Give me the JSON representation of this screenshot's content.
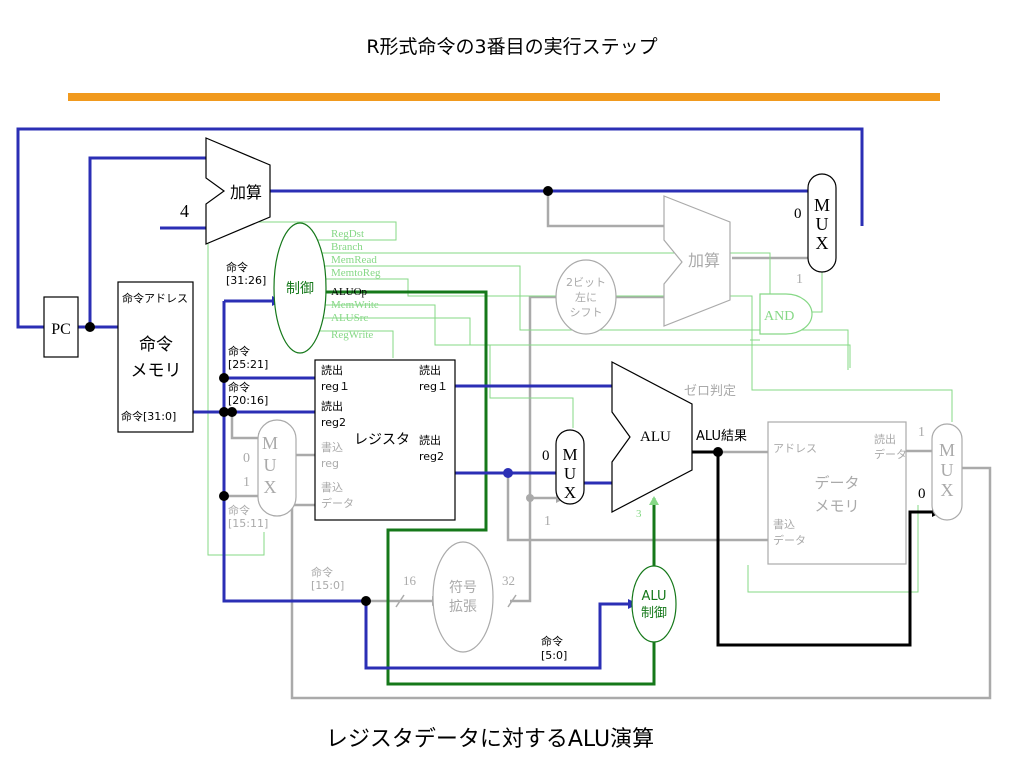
{
  "slide_title": "R形式命令の3番目の実行ステップ",
  "caption": "レジスタデータに対するALU演算",
  "colors": {
    "accent_bar": "#f19a1e",
    "active_path": "#2b2fb5",
    "control_active": "#15781a",
    "control_inactive": "#86d886",
    "inactive": "#aaaaaa",
    "result_path": "#000000"
  },
  "pc": {
    "label": "PC"
  },
  "constant_four": "4",
  "adder_main": {
    "label": "加算"
  },
  "adder_branch": {
    "label": "加算"
  },
  "shift_left_2": {
    "line1": "2ビット",
    "line2": "左に",
    "line3": "シフト"
  },
  "instruction_memory": {
    "address_label": "命令アドレス",
    "name_line1": "命令",
    "name_line2": "メモリ",
    "output_label": "命令[31:0]"
  },
  "control_unit": {
    "label": "制御",
    "signals": [
      "RegDst",
      "Branch",
      "MemRead",
      "MemtoReg",
      "ALUOp",
      "MemWrite",
      "ALUSrc",
      "RegWrite"
    ],
    "active_signal": "ALUOp"
  },
  "instruction_fields": {
    "opcode": {
      "label": "命令",
      "bits": "[31:26]"
    },
    "rs": {
      "label": "命令",
      "bits": "[25:21]"
    },
    "rt": {
      "label": "命令",
      "bits": "[20:16]"
    },
    "rd": {
      "label": "命令",
      "bits": "[15:11]"
    },
    "imm": {
      "label": "命令",
      "bits": "[15:0]"
    },
    "funct": {
      "label": "命令",
      "bits": "[5:0]"
    }
  },
  "register_file": {
    "name": "レジスタ",
    "read_reg1_a": "読出",
    "read_reg1_b": "reg１",
    "read_reg2_a": "読出",
    "read_reg2_b": "reg2",
    "write_reg_a": "書込",
    "write_reg_b": "reg",
    "write_data_a": "書込",
    "write_data_b": "データ",
    "read_data1_a": "読出",
    "read_data1_b": "reg１",
    "read_data2_a": "読出",
    "read_data2_b": "reg2"
  },
  "sign_extend": {
    "line1": "符号",
    "line2": "拡張",
    "in_bits": "16",
    "out_bits": "32"
  },
  "alu": {
    "label": "ALU",
    "zero_label": "ゼロ判定",
    "result_label": "ALU結果"
  },
  "alu_control": {
    "line1": "ALU",
    "line2": "制御",
    "ctrl_bits": "3"
  },
  "and_gate": {
    "label": "AND"
  },
  "mux_letters": [
    "M",
    "U",
    "X"
  ],
  "mux_regdst": {
    "in0": "0",
    "in1": "1"
  },
  "mux_alusrc": {
    "in0": "0",
    "in1": "1"
  },
  "mux_pc": {
    "in0": "0",
    "in1": "1"
  },
  "mux_memtoreg": {
    "in0": "0",
    "in1": "1"
  },
  "data_memory": {
    "address_label": "アドレス",
    "name_line1": "データ",
    "name_line2": "メモリ",
    "read_a": "読出",
    "read_b": "データ",
    "write_a": "書込",
    "write_b": "データ"
  }
}
